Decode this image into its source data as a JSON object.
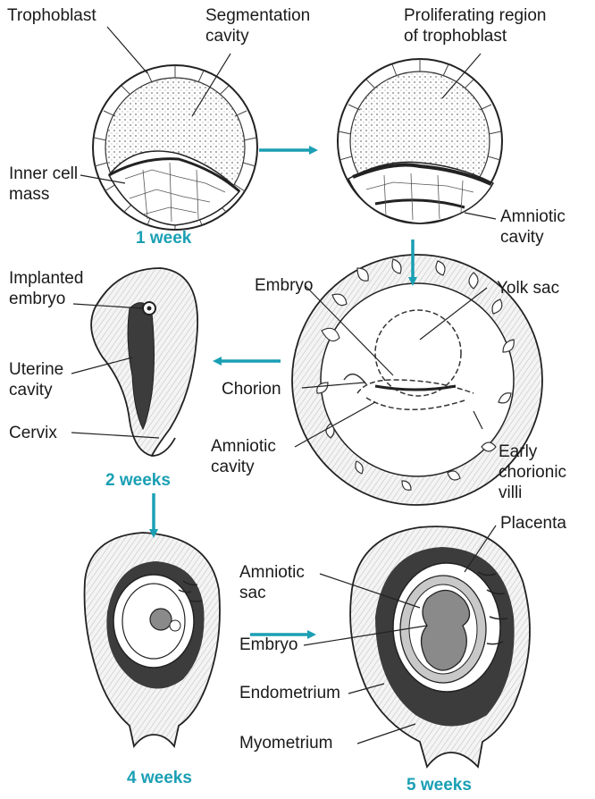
{
  "colors": {
    "arrow": "#1a9fb4",
    "ink": "#1a1a1a",
    "tissue_light": "#f1f1f1",
    "tissue_dark": "#3c3c3c",
    "embryo_gray": "#8a8a8a",
    "sac_gray": "#c8c8c8"
  },
  "stages": {
    "week1": "1 week",
    "week2": "2 weeks",
    "week4": "4 weeks",
    "week5": "5 weeks"
  },
  "labels": {
    "trophoblast": "Trophoblast",
    "segmentation_cavity": "Segmentation\ncavity",
    "inner_cell_mass": "Inner cell\nmass",
    "proliferating_region": "Proliferating region\nof trophoblast",
    "amniotic_cavity_top": "Amniotic\ncavity",
    "embryo_mid": "Embryo",
    "yolk_sac": "Yolk sac",
    "chorion": "Chorion",
    "amniotic_cavity_mid": "Amniotic\ncavity",
    "early_chorionic_villi": "Early\nchorionic\nvilli",
    "implanted_embryo": "Implanted\nembryo",
    "uterine_cavity": "Uterine\ncavity",
    "cervix": "Cervix",
    "amniotic_sac": "Amniotic\nsac",
    "placenta": "Placenta",
    "embryo_bottom": "Embryo",
    "endometrium": "Endometrium",
    "myometrium": "Myometrium"
  }
}
